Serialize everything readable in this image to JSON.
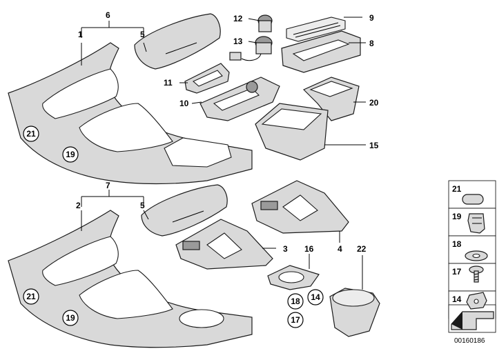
{
  "diagram": {
    "ref_code": "00160186",
    "callouts": [
      "1",
      "2",
      "3",
      "4",
      "5",
      "5",
      "6",
      "7",
      "8",
      "9",
      "10",
      "11",
      "12",
      "13",
      "15",
      "16",
      "20",
      "22"
    ],
    "circled_callouts": [
      "21",
      "19",
      "21",
      "19",
      "18",
      "14",
      "17"
    ],
    "legend": [
      "21",
      "19",
      "18",
      "17",
      "14"
    ]
  }
}
